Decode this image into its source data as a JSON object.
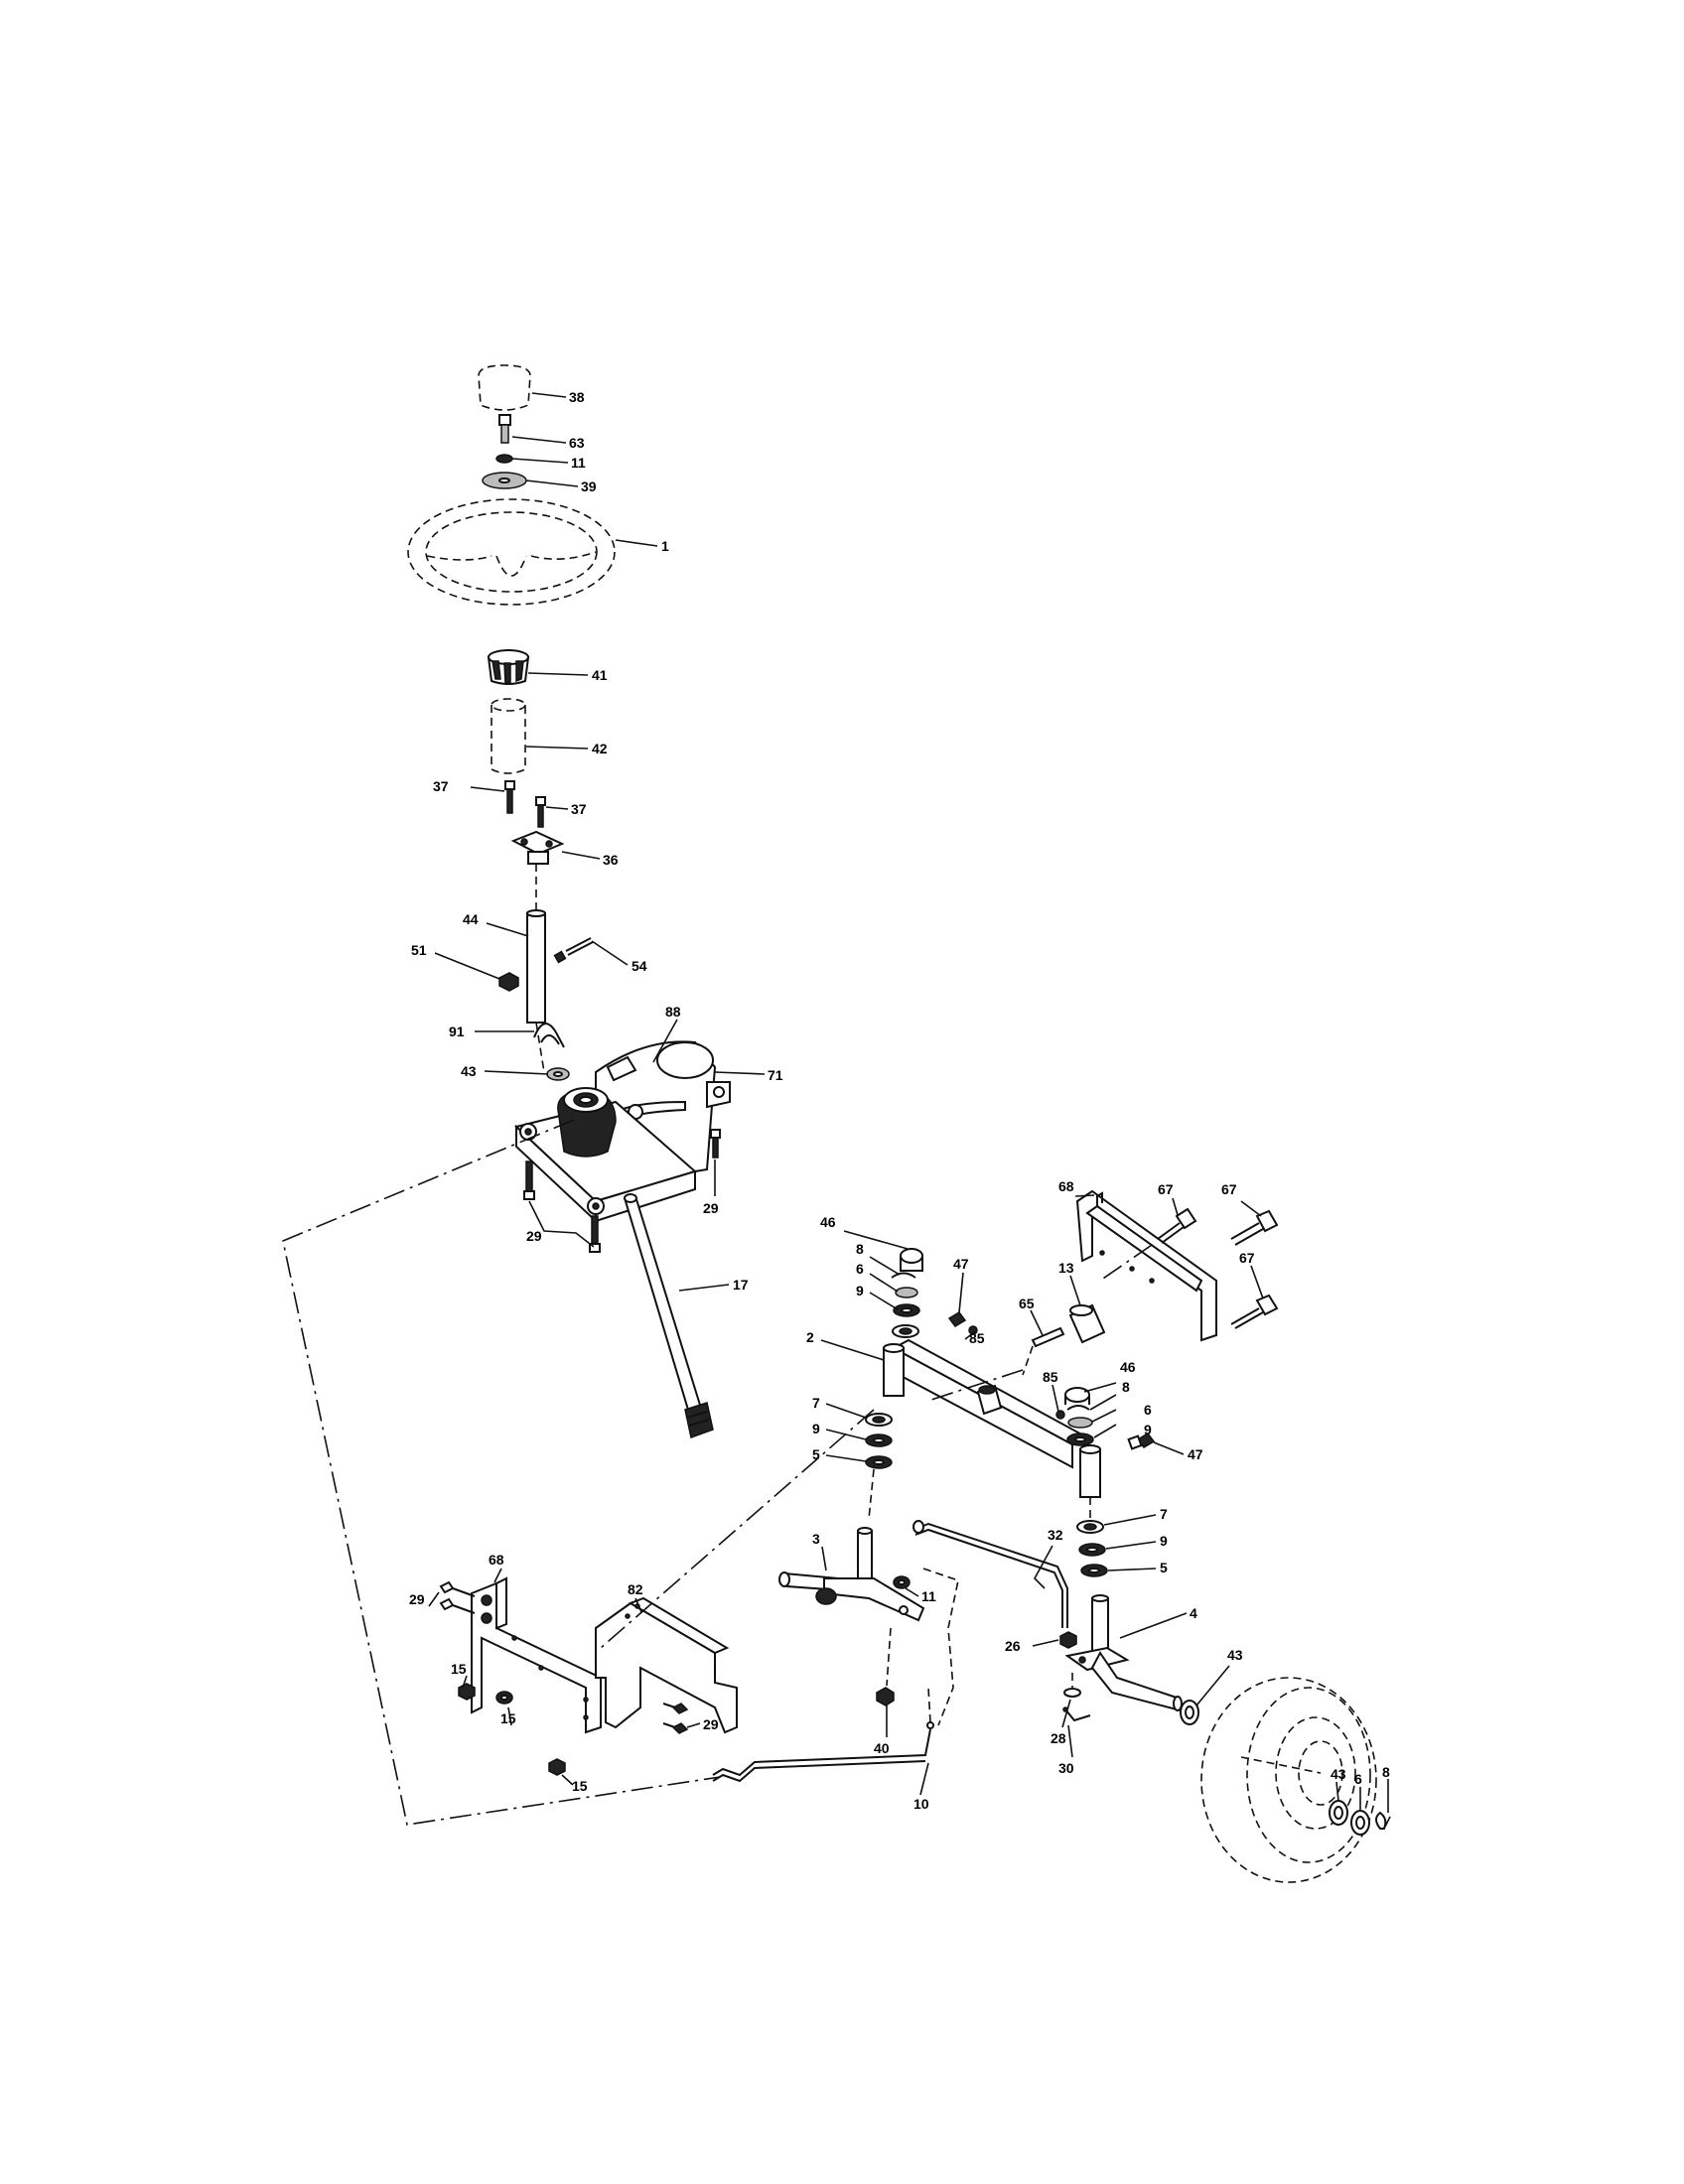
{
  "callouts": [
    {
      "id": "c38",
      "text": "38"
    },
    {
      "id": "c63",
      "text": "63"
    },
    {
      "id": "c11a",
      "text": "11"
    },
    {
      "id": "c39",
      "text": "39"
    },
    {
      "id": "c1",
      "text": "1"
    },
    {
      "id": "c41",
      "text": "41"
    },
    {
      "id": "c42",
      "text": "42"
    },
    {
      "id": "c37a",
      "text": "37"
    },
    {
      "id": "c37b",
      "text": "37"
    },
    {
      "id": "c36",
      "text": "36"
    },
    {
      "id": "c44",
      "text": "44"
    },
    {
      "id": "c51",
      "text": "51"
    },
    {
      "id": "c54",
      "text": "54"
    },
    {
      "id": "c91",
      "text": "91"
    },
    {
      "id": "c88",
      "text": "88"
    },
    {
      "id": "c43a",
      "text": "43"
    },
    {
      "id": "c71",
      "text": "71"
    },
    {
      "id": "c29a",
      "text": "29"
    },
    {
      "id": "c29b",
      "text": "29"
    },
    {
      "id": "c17",
      "text": "17"
    },
    {
      "id": "c68a",
      "text": "68"
    },
    {
      "id": "c67a",
      "text": "67"
    },
    {
      "id": "c67b",
      "text": "67"
    },
    {
      "id": "c67c",
      "text": "67"
    },
    {
      "id": "c46a",
      "text": "46"
    },
    {
      "id": "c8a",
      "text": "8"
    },
    {
      "id": "c6a",
      "text": "6"
    },
    {
      "id": "c9a",
      "text": "9"
    },
    {
      "id": "c47a",
      "text": "47"
    },
    {
      "id": "c13",
      "text": "13"
    },
    {
      "id": "c65",
      "text": "65"
    },
    {
      "id": "c85a",
      "text": "85"
    },
    {
      "id": "c2",
      "text": "2"
    },
    {
      "id": "c46b",
      "text": "46"
    },
    {
      "id": "c8b",
      "text": "8"
    },
    {
      "id": "c85b",
      "text": "85"
    },
    {
      "id": "c6b",
      "text": "6"
    },
    {
      "id": "c9b",
      "text": "9"
    },
    {
      "id": "c7a",
      "text": "7"
    },
    {
      "id": "c9c",
      "text": "9"
    },
    {
      "id": "c5a",
      "text": "5"
    },
    {
      "id": "c47b",
      "text": "47"
    },
    {
      "id": "c7b",
      "text": "7"
    },
    {
      "id": "c9d",
      "text": "9"
    },
    {
      "id": "c5b",
      "text": "5"
    },
    {
      "id": "c3",
      "text": "3"
    },
    {
      "id": "c32",
      "text": "32"
    },
    {
      "id": "c11b",
      "text": "11"
    },
    {
      "id": "c4",
      "text": "4"
    },
    {
      "id": "c26",
      "text": "26"
    },
    {
      "id": "c68b",
      "text": "68"
    },
    {
      "id": "c82",
      "text": "82"
    },
    {
      "id": "c29c",
      "text": "29"
    },
    {
      "id": "c15a",
      "text": "15"
    },
    {
      "id": "c15b",
      "text": "15"
    },
    {
      "id": "c29d",
      "text": "29"
    },
    {
      "id": "c15c",
      "text": "15"
    },
    {
      "id": "c40",
      "text": "40"
    },
    {
      "id": "c43b",
      "text": "43"
    },
    {
      "id": "c43c",
      "text": "43"
    },
    {
      "id": "c6c",
      "text": "6"
    },
    {
      "id": "c8c",
      "text": "8"
    },
    {
      "id": "c28",
      "text": "28"
    },
    {
      "id": "c30",
      "text": "30"
    },
    {
      "id": "c10",
      "text": "10"
    }
  ]
}
